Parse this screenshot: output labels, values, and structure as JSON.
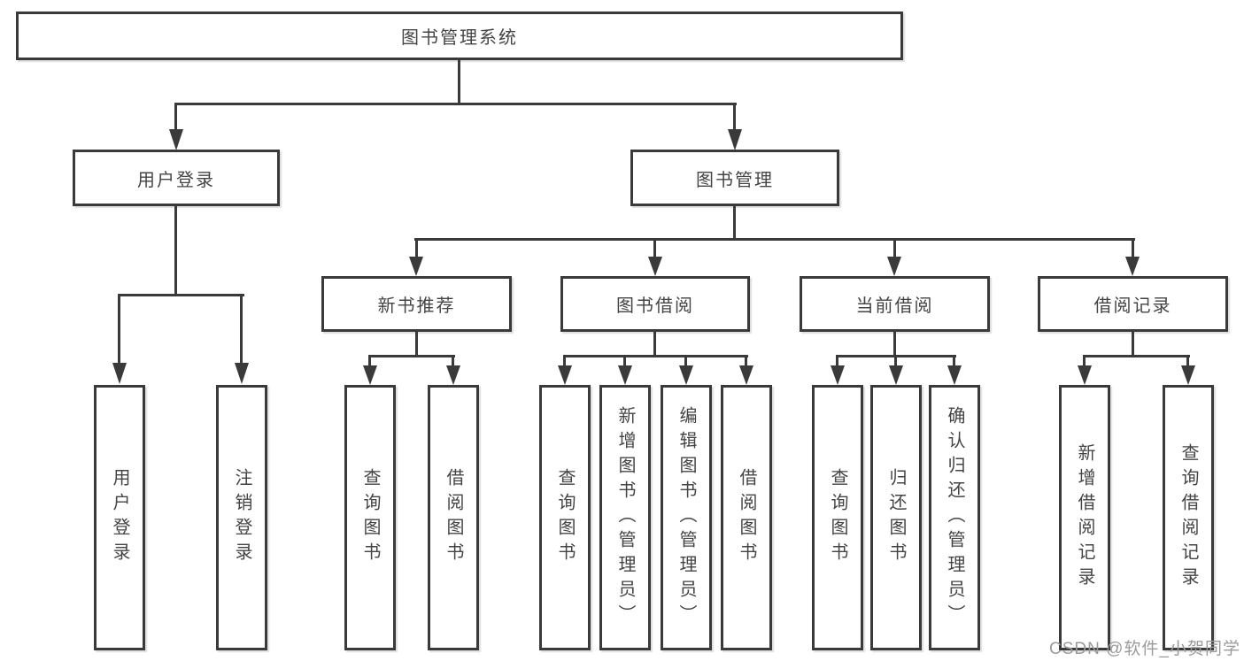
{
  "root": {
    "label": "图书管理系统"
  },
  "level2": [
    {
      "label": "用户登录",
      "children": [
        "用户登录",
        "注销登录"
      ]
    },
    {
      "label": "图书管理"
    }
  ],
  "level3": [
    {
      "label": "新书推荐",
      "children": [
        "查询图书",
        "借阅图书"
      ]
    },
    {
      "label": "图书借阅",
      "children": [
        "查询图书",
        "新增图书（管理员）",
        "编辑图书（管理员）",
        "借阅图书"
      ]
    },
    {
      "label": "当前借阅",
      "children": [
        "查询图书",
        "归还图书",
        "确认归还（管理员）"
      ]
    },
    {
      "label": "借阅记录",
      "children": [
        "新增借阅记录",
        "查询借阅记录"
      ]
    }
  ],
  "watermark": "CSDN @软件_小贺同学",
  "colors": {
    "line": "#3a3a3a",
    "text": "#444444",
    "watermark": "#9b9b9b",
    "background": "#ffffff"
  }
}
